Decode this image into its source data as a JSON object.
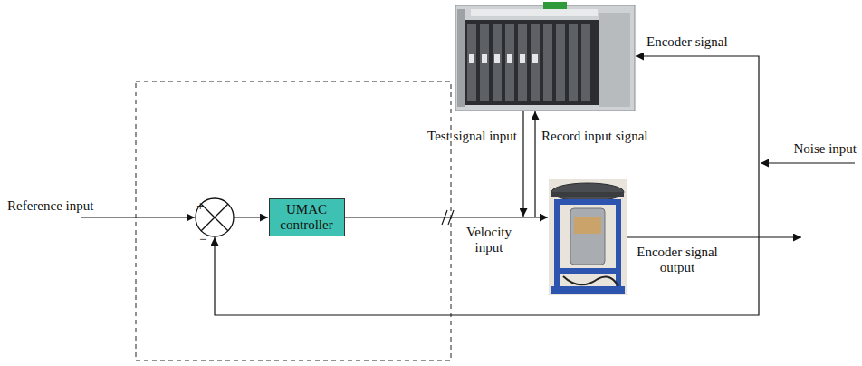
{
  "diagram": {
    "nodes": [
      {
        "text": [
          "UMAC controller"
        ]
      }
    ],
    "labels": [
      "Reference input",
      "+",
      "−",
      "Test signal input",
      "Record input signal",
      "Encoder signal",
      "Noise input",
      "Velocity input",
      "Encoder signal output"
    ]
  }
}
